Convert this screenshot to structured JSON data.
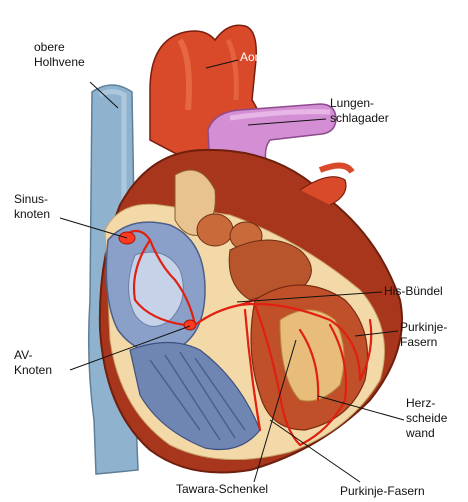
{
  "labels": {
    "obere_hohlvene": [
      "obere",
      "Holhvene"
    ],
    "aorta": "Aorta",
    "lungenschlagader": [
      "Lungen-",
      "schlagader"
    ],
    "sinusknoten": [
      "Sinus-",
      "knoten"
    ],
    "his_buendel": "His-Bündel",
    "purkinje_fasern_right": [
      "Purkinje-",
      "Fasern"
    ],
    "av_knoten": [
      "AV-",
      "Knoten"
    ],
    "herzscheidewand": [
      "Herz-",
      "scheide",
      "wand"
    ],
    "tawara_schenkel": "Tawara-Schenkel",
    "purkinje_fasern_bottom": "Purkinje-Fasern"
  },
  "colors": {
    "vein_blue": "#8fb3cf",
    "aorta_red": "#d94a2a",
    "muscle": "#a8361c",
    "muscle_dark": "#6e1f0e",
    "pulmonary_pink": "#d48fd4",
    "cut_surface": "#f3d9a8",
    "atrium_blue": "#8aa0c8",
    "conduction_red": "#e02010"
  }
}
